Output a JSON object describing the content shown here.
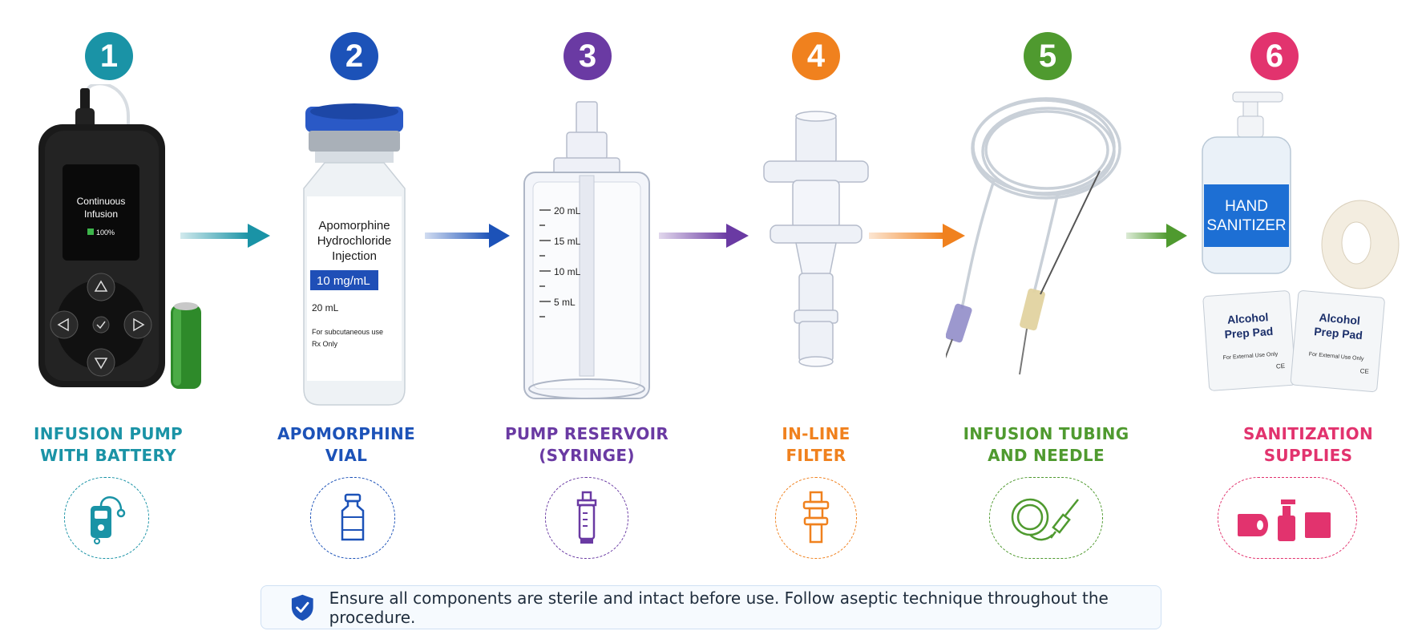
{
  "steps": [
    {
      "number": "1",
      "label_line1": "INFUSION PUMP",
      "label_line2": "WITH BATTERY",
      "color": "#1a93a6",
      "icon": "infusion-pump-icon"
    },
    {
      "number": "2",
      "label_line1": "APOMORPHINE",
      "label_line2": "VIAL",
      "color": "#1c52b8",
      "icon": "vial-icon"
    },
    {
      "number": "3",
      "label_line1": "PUMP RESERVOIR",
      "label_line2": "(SYRINGE)",
      "color": "#6a3aa3",
      "icon": "syringe-icon"
    },
    {
      "number": "4",
      "label_line1": "IN-LINE",
      "label_line2": "FILTER",
      "color": "#f0811e",
      "icon": "filter-icon"
    },
    {
      "number": "5",
      "label_line1": "INFUSION TUBING",
      "label_line2": "AND NEEDLE",
      "color": "#4f9a2f",
      "icon": "tubing-needle-icon"
    },
    {
      "number": "6",
      "label_line1": "SANITIZATION",
      "label_line2": "SUPPLIES",
      "color": "#e2336e",
      "icon": "sanitization-icon"
    }
  ],
  "pump": {
    "screen_line1": "Continuous",
    "screen_line2": "Infusion",
    "battery": "100%"
  },
  "vial": {
    "line1": "Apomorphine",
    "line2": "Hydrochloride",
    "line3": "Injection",
    "concentration": "10 mg/mL",
    "volume": "20 mL",
    "usage": "For subcutaneous use",
    "rx": "Rx Only"
  },
  "reservoir": {
    "marks": [
      "20 mL",
      "15 mL",
      "10 mL",
      "5 mL"
    ]
  },
  "supplies": {
    "sanitizer_line1": "HAND",
    "sanitizer_line2": "SANITIZER",
    "pad_line1": "Alcohol",
    "pad_line2": "Prep Pad",
    "pad_note": "For External Use Only",
    "pad_mark": "CE"
  },
  "footer": {
    "note": "Ensure all components are sterile and intact before use. Follow aseptic technique throughout the procedure."
  }
}
